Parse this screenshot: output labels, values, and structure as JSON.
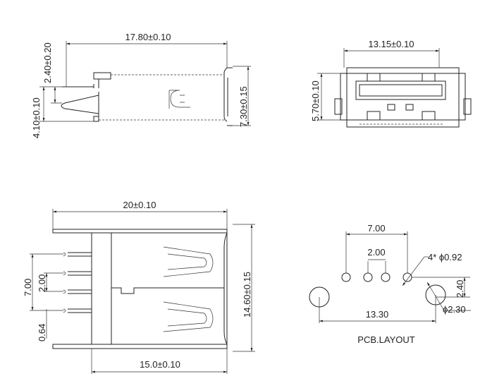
{
  "side_view": {
    "length": "17.80±0.10",
    "pin_offset": "2.40±0.20",
    "pin_height": "4.10±0.10",
    "height": "7.30±0.15"
  },
  "front_view": {
    "width": "13.15±0.10",
    "height": "5.70±0.10"
  },
  "top_view": {
    "total_length": "20±0.10",
    "body_length": "15.0±0.10",
    "width": "14.60±0.15",
    "pin_span": "7.00",
    "pin_pitch": "2.00",
    "pin_width": "0.64"
  },
  "pcb_layout": {
    "title": "PCB.LAYOUT",
    "signal_span": "7.00",
    "signal_pitch": "2.00",
    "signal_holes": "4* ϕ0.92",
    "mount_span": "13.30",
    "mount_offset": "2.40",
    "mount_hole": "ϕ2.30"
  }
}
